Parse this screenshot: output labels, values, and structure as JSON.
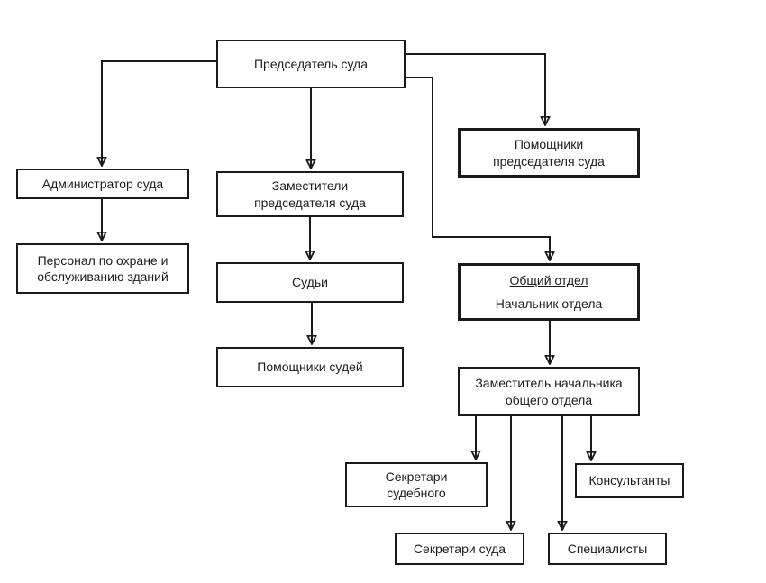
{
  "diagram": {
    "type": "org-chart",
    "language": "ru",
    "colors": {
      "background": "#ffffff",
      "line": "#1a1a1a",
      "text": "#1c1c1c"
    },
    "nodes": {
      "chairman": {
        "label": "Председатель суда"
      },
      "administrator": {
        "label": "Администратор суда"
      },
      "security_personnel": {
        "label": "Персонал по охране и обслуживанию зданий"
      },
      "deputies": {
        "label": "Заместители председателя суда"
      },
      "judges": {
        "label": "Судьи"
      },
      "judge_assistants": {
        "label": "Помощники судей"
      },
      "chairman_assistants": {
        "label": "Помощники председателя суда"
      },
      "general_department": {
        "title": "Общий отдел",
        "subtitle": "Начальник отдела"
      },
      "deputy_head": {
        "label": "Заместитель начальника общего отдела"
      },
      "session_secretaries": {
        "label": "Секретари судебного"
      },
      "consultants": {
        "label": "Консультанты"
      },
      "court_secretaries": {
        "label": "Секретари суда"
      },
      "specialists": {
        "label": "Специалисты"
      }
    },
    "edges": [
      {
        "from": "chairman",
        "to": "administrator"
      },
      {
        "from": "chairman",
        "to": "deputies"
      },
      {
        "from": "chairman",
        "to": "chairman_assistants"
      },
      {
        "from": "chairman",
        "to": "general_department"
      },
      {
        "from": "administrator",
        "to": "security_personnel"
      },
      {
        "from": "deputies",
        "to": "judges"
      },
      {
        "from": "judges",
        "to": "judge_assistants"
      },
      {
        "from": "general_department",
        "to": "deputy_head"
      },
      {
        "from": "deputy_head",
        "to": "session_secretaries"
      },
      {
        "from": "deputy_head",
        "to": "court_secretaries"
      },
      {
        "from": "deputy_head",
        "to": "specialists"
      },
      {
        "from": "deputy_head",
        "to": "consultants"
      }
    ]
  }
}
